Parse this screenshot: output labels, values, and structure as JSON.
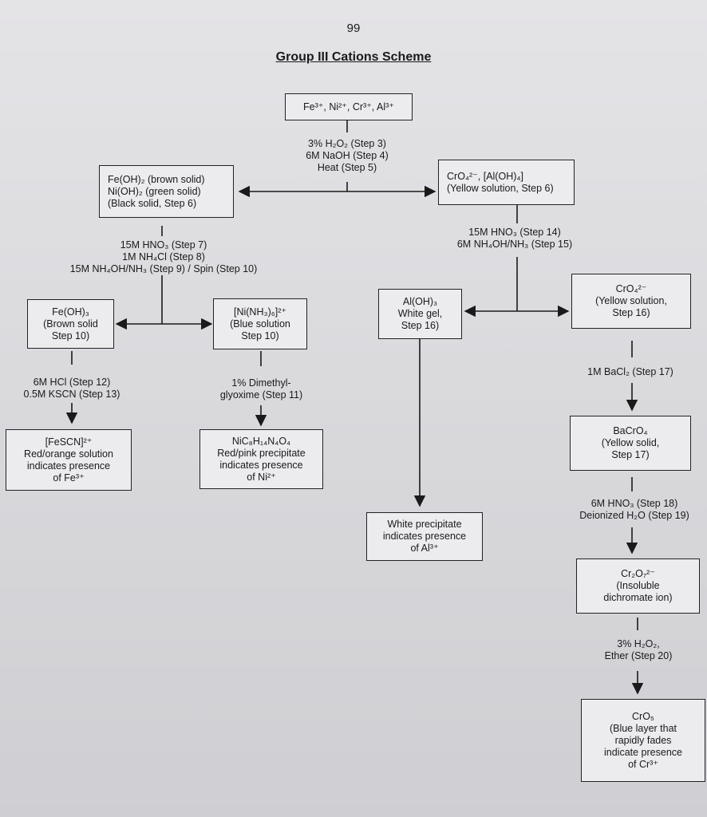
{
  "page_number": "99",
  "title": "Group III Cations Scheme",
  "boxes": {
    "start": [
      "Fe³⁺, Ni²⁺, Cr³⁺, Al³⁺"
    ],
    "hydroxides": [
      "Fe(OH)₂ (brown solid)",
      "Ni(OH)₂ (green solid)",
      "(Black solid, Step 6)"
    ],
    "chromate_aluminate": [
      "CrO₄²⁻, [Al(OH)₄]",
      "(Yellow solution, Step 6)"
    ],
    "iron_hydroxide": [
      "Fe(OH)₃",
      "(Brown solid",
      "Step 10)"
    ],
    "nickel_ammine": [
      "[Ni(NH₃)₆]²⁺",
      "(Blue solution",
      "Step 10)"
    ],
    "aluminum_hydroxide": [
      "Al(OH)₃",
      "White gel,",
      "Step 16)"
    ],
    "chromate_solution": [
      "CrO₄²⁻",
      "(Yellow solution,",
      "Step 16)"
    ],
    "iron_result": [
      "[FeSCN]²⁺",
      "Red/orange solution",
      "indicates presence",
      "of Fe³⁺"
    ],
    "nickel_result": [
      "NiC₈H₁₄N₄O₄",
      "Red/pink precipitate",
      "indicates presence",
      "of Ni²⁺"
    ],
    "aluminum_result": [
      "White precipitate",
      "indicates presence",
      "of Al³⁺"
    ],
    "barium_chromate": [
      "BaCrO₄",
      "(Yellow solid,",
      "Step 17)"
    ],
    "dichromate": [
      "Cr₂O₇²⁻",
      "(Insoluble",
      "dichromate ion)"
    ],
    "chromium_result": [
      "CrO₅",
      "(Blue layer that",
      "rapidly fades",
      "indicate presence",
      "of Cr³⁺"
    ]
  },
  "reagents": {
    "step_3_5": [
      "3% H₂O₂ (Step 3)",
      "6M NaOH (Step 4)",
      "Heat (Step 5)"
    ],
    "step_7_10": [
      "15M HNO₃ (Step 7)",
      "1M NH₄Cl (Step 8)",
      "15M NH₄OH/NH₃ (Step 9) / Spin (Step 10)"
    ],
    "step_14_15": [
      "15M HNO₃ (Step 14)",
      "6M NH₄OH/NH₃ (Step 15)"
    ],
    "step_12_13": [
      "6M HCl (Step 12)",
      "0.5M KSCN (Step 13)"
    ],
    "step_11": [
      "1% Dimethyl-",
      "glyoxime (Step 11)"
    ],
    "step_17": [
      "1M BaCl₂ (Step 17)"
    ],
    "step_18": [
      "6M HNO₃ (Step 18)",
      "Deionized H₂O (Step 19)"
    ],
    "step_20": [
      "3% H₂O₂,",
      "Ether (Step 20)"
    ]
  }
}
